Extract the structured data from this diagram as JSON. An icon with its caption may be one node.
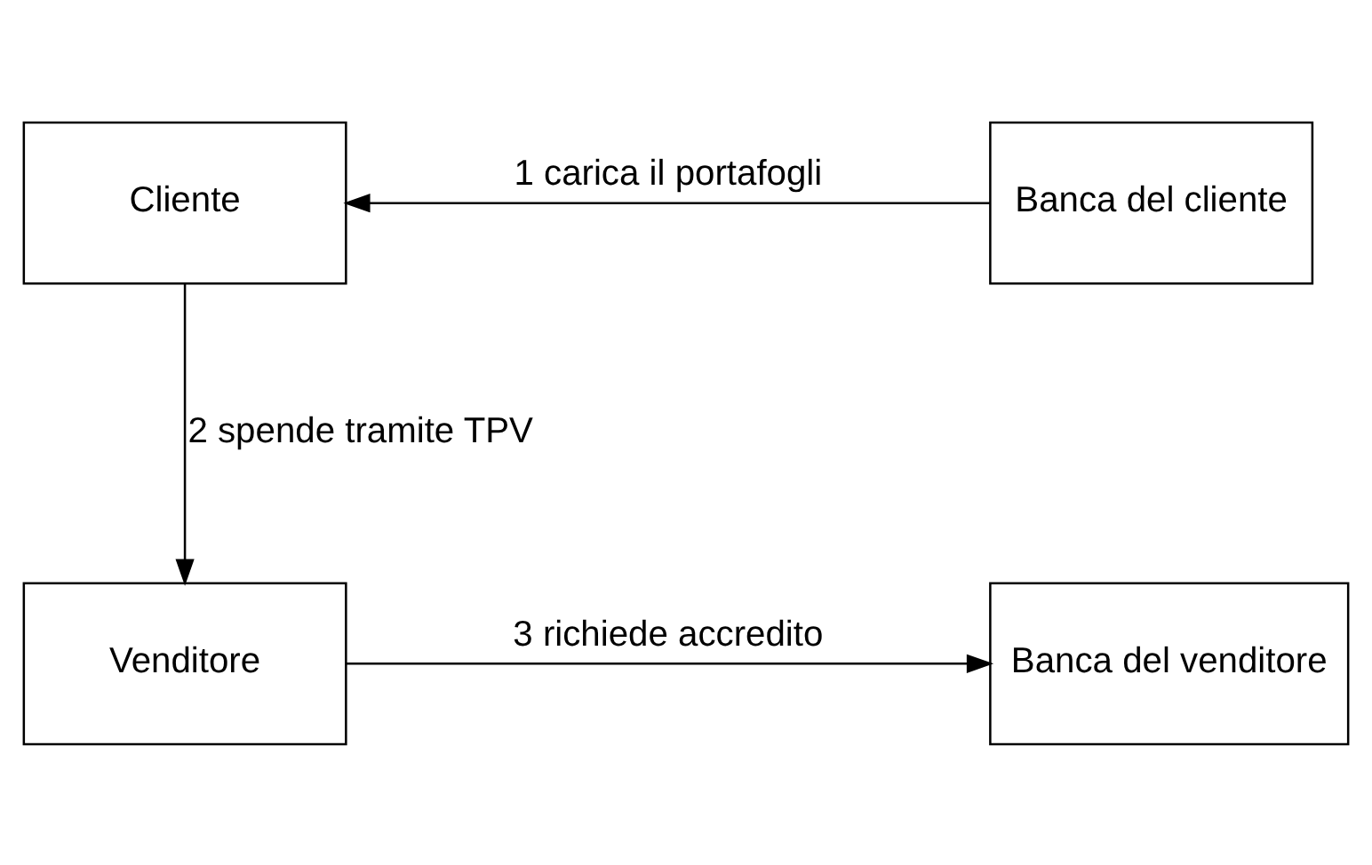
{
  "diagram": {
    "nodes": [
      {
        "text": [
          "Cliente"
        ]
      },
      {
        "text": [
          "Banca del cliente"
        ]
      },
      {
        "text": [
          "Venditore"
        ]
      },
      {
        "text": [
          "Banca del venditore"
        ]
      }
    ],
    "edges": [
      {
        "from": 1,
        "to": 0,
        "arrow": "to",
        "label": "1 carica il portafogli"
      },
      {
        "from": 0,
        "to": 2,
        "arrow": "to",
        "label": "2 spende tramite TPV"
      },
      {
        "from": 2,
        "to": 3,
        "arrow": "to",
        "label": "3 richiede accredito"
      }
    ]
  }
}
